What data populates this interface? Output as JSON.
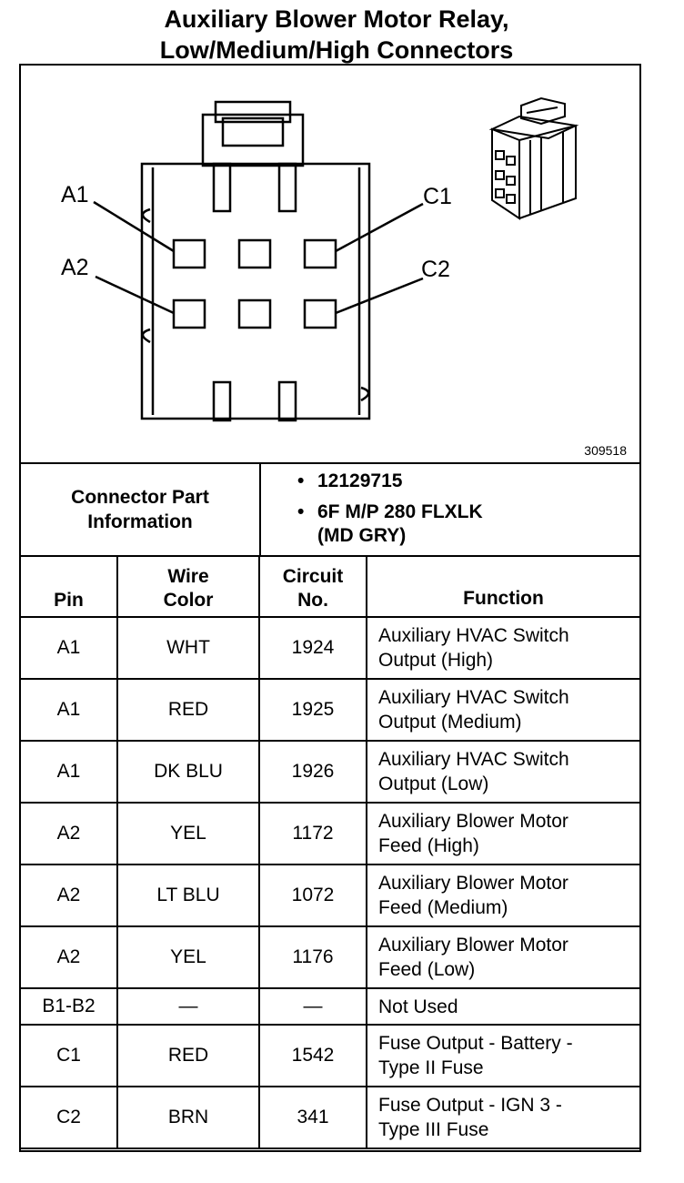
{
  "title": {
    "line1": "Auxiliary Blower Motor Relay,",
    "line2": "Low/Medium/High Connectors"
  },
  "figure": {
    "number": "309518",
    "labels": {
      "a1": "A1",
      "a2": "A2",
      "c1": "C1",
      "c2": "C2"
    }
  },
  "connector_info": {
    "heading_line1": "Connector Part",
    "heading_line2": "Information",
    "bullet_symbol": "•",
    "part_number": "12129715",
    "description_line1": "6F M/P 280 FLXLK",
    "description_line2": "(MD GRY)"
  },
  "table": {
    "headers": {
      "pin": "Pin",
      "wire_line1": "Wire",
      "wire_line2": "Color",
      "circuit_line1": "Circuit",
      "circuit_line2": "No.",
      "function": "Function"
    },
    "rows": [
      {
        "pin": "A1",
        "color": "WHT",
        "circuit": "1924",
        "f1": "Auxiliary HVAC Switch",
        "f2": "Output (High)"
      },
      {
        "pin": "A1",
        "color": "RED",
        "circuit": "1925",
        "f1": "Auxiliary HVAC Switch",
        "f2": "Output (Medium)"
      },
      {
        "pin": "A1",
        "color": "DK BLU",
        "circuit": "1926",
        "f1": "Auxiliary HVAC Switch",
        "f2": "Output (Low)"
      },
      {
        "pin": "A2",
        "color": "YEL",
        "circuit": "1172",
        "f1": "Auxiliary Blower Motor",
        "f2": "Feed (High)"
      },
      {
        "pin": "A2",
        "color": "LT BLU",
        "circuit": "1072",
        "f1": "Auxiliary Blower Motor",
        "f2": "Feed (Medium)"
      },
      {
        "pin": "A2",
        "color": "YEL",
        "circuit": "1176",
        "f1": "Auxiliary Blower Motor",
        "f2": "Feed (Low)"
      },
      {
        "pin": "B1-B2",
        "color": "—",
        "circuit": "—",
        "f1": "Not Used",
        "f2": ""
      },
      {
        "pin": "C1",
        "color": "RED",
        "circuit": "1542",
        "f1": "Fuse Output - Battery -",
        "f2": "Type II Fuse"
      },
      {
        "pin": "C2",
        "color": "BRN",
        "circuit": "341",
        "f1": "Fuse Output - IGN 3 -",
        "f2": "Type III Fuse"
      }
    ]
  }
}
